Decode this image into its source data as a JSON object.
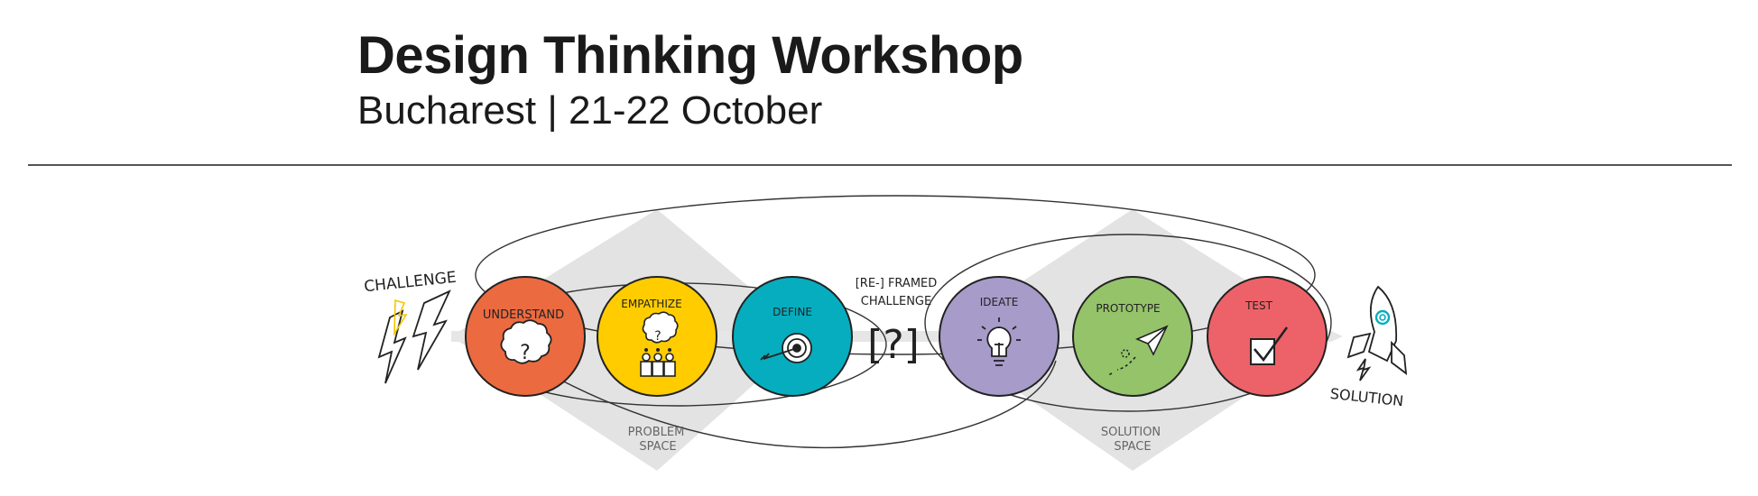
{
  "header": {
    "title": "Design Thinking Workshop",
    "subtitle": "Bucharest | 21-22 October"
  },
  "diagram": {
    "start_label": "CHALLENGE",
    "end_label": "SOLUTION",
    "reframed": [
      "[RE-] FRAMED",
      "CHALLENGE"
    ],
    "reframed_symbol": "[?]",
    "problem_space": [
      "PROBLEM",
      "SPACE"
    ],
    "solution_space": [
      "SOLUTION",
      "SPACE"
    ],
    "stages": [
      {
        "label": "UNDERSTAND",
        "color": "#ec6a40",
        "icon": "brain-question-icon"
      },
      {
        "label": "EMPATHIZE",
        "color": "#ffcc00",
        "icon": "users-thinking-icon"
      },
      {
        "label": "DEFINE",
        "color": "#06adbe",
        "icon": "target-arrow-icon"
      },
      {
        "label": "IDEATE",
        "color": "#a79bc9",
        "icon": "lightbulb-icon"
      },
      {
        "label": "PROTOTYPE",
        "color": "#94c36a",
        "icon": "paper-plane-icon"
      },
      {
        "label": "TEST",
        "color": "#ed6268",
        "icon": "checkbox-icon"
      }
    ]
  }
}
